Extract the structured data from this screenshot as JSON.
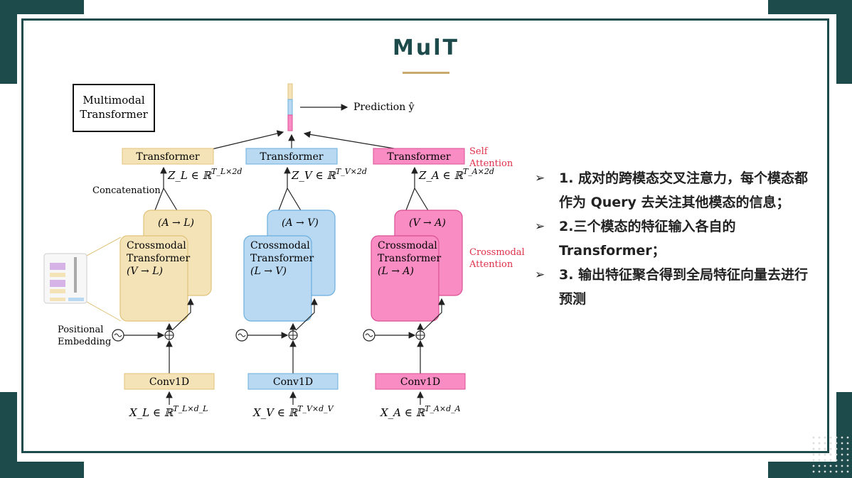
{
  "slide": {
    "title": "MulT"
  },
  "diagram": {
    "legend_box": [
      "Multimodal",
      "Transformer"
    ],
    "prediction_label": "Prediction ŷ",
    "concatenation_label": "Concatenation",
    "positional_embedding_label": [
      "Positional",
      "Embedding"
    ],
    "self_attention_label": [
      "Self",
      "Attention"
    ],
    "crossmodal_attention_label": [
      "Crossmodal",
      "Attention"
    ],
    "columns": [
      {
        "key": "L",
        "fill": "#f5e3b8",
        "stroke": "#e0c27a",
        "transformer_label": "Transformer",
        "z_label": "Z_L ∈ ℝ^{T_L×2d}",
        "back_block_label": "(A → L)",
        "front_block_lines": [
          "Crossmodal",
          "Transformer",
          "(V → L)"
        ],
        "conv_label": "Conv1D",
        "x_label": "X_L ∈ ℝ^{T_L×d_L}"
      },
      {
        "key": "V",
        "fill": "#b9d9f2",
        "stroke": "#6aaede",
        "transformer_label": "Transformer",
        "z_label": "Z_V ∈ ℝ^{T_V×2d}",
        "back_block_label": "(A → V)",
        "front_block_lines": [
          "Crossmodal",
          "Transformer",
          "(L → V)"
        ],
        "conv_label": "Conv1D",
        "x_label": "X_V ∈ ℝ^{T_V×d_V}"
      },
      {
        "key": "A",
        "fill": "#f98dc3",
        "stroke": "#d94f93",
        "transformer_label": "Transformer",
        "z_label": "Z_A ∈ ℝ^{T_A×2d}",
        "back_block_label": "(V → A)",
        "front_block_lines": [
          "Crossmodal",
          "Transformer",
          "(L → A)"
        ],
        "conv_label": "Conv1D",
        "x_label": "X_A ∈ ℝ^{T_A×d_A}"
      }
    ]
  },
  "bullets": [
    "1. 成对的跨模态交叉注意力，每个模态都作为 Query 去关注其他模态的信息；",
    "2.三个模态的特征输入各自的 Transformer；",
    "3. 输出特征聚合得到全局特征向量去进行预测"
  ],
  "colors": {
    "frame": "#1d4a4a",
    "title_accent": "#c8a96e",
    "annotation_red": "#e0304a"
  }
}
